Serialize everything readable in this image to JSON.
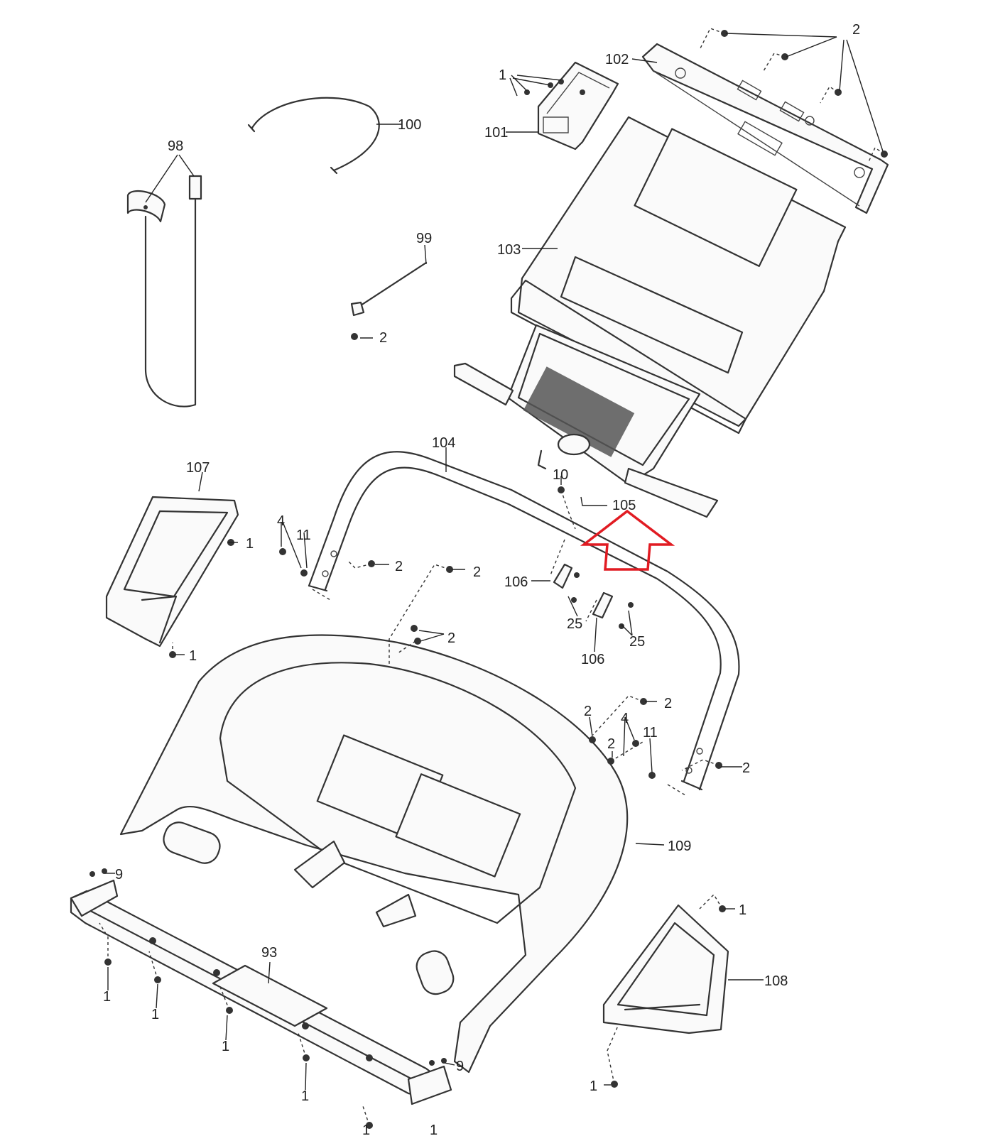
{
  "callouts": [
    {
      "id": "c-2-top",
      "label": "2"
    },
    {
      "id": "c-102",
      "label": "102"
    },
    {
      "id": "c-1-top",
      "label": "1"
    },
    {
      "id": "c-101",
      "label": "101"
    },
    {
      "id": "c-100",
      "label": "100"
    },
    {
      "id": "c-98",
      "label": "98"
    },
    {
      "id": "c-99",
      "label": "99"
    },
    {
      "id": "c-2-99",
      "label": "2"
    },
    {
      "id": "c-103",
      "label": "103"
    },
    {
      "id": "c-104",
      "label": "104"
    },
    {
      "id": "c-107",
      "label": "107"
    },
    {
      "id": "c-10",
      "label": "10"
    },
    {
      "id": "c-105",
      "label": "105"
    },
    {
      "id": "c-4-left",
      "label": "4"
    },
    {
      "id": "c-11-left",
      "label": "11"
    },
    {
      "id": "c-1-107a",
      "label": "1"
    },
    {
      "id": "c-2-left-a",
      "label": "2"
    },
    {
      "id": "c-2-left-b",
      "label": "2"
    },
    {
      "id": "c-106-a",
      "label": "106"
    },
    {
      "id": "c-25-a",
      "label": "25"
    },
    {
      "id": "c-25-b",
      "label": "25"
    },
    {
      "id": "c-106-b",
      "label": "106"
    },
    {
      "id": "c-1-107b",
      "label": "1"
    },
    {
      "id": "c-2-mid",
      "label": "2"
    },
    {
      "id": "c-2-right-a",
      "label": "2"
    },
    {
      "id": "c-2-right-b",
      "label": "2"
    },
    {
      "id": "c-4-right",
      "label": "4"
    },
    {
      "id": "c-2-right-c",
      "label": "2"
    },
    {
      "id": "c-11-right",
      "label": "11"
    },
    {
      "id": "c-2-right-d",
      "label": "2"
    },
    {
      "id": "c-109",
      "label": "109"
    },
    {
      "id": "c-9-left",
      "label": "9"
    },
    {
      "id": "c-1-108a",
      "label": "1"
    },
    {
      "id": "c-93",
      "label": "93"
    },
    {
      "id": "c-108",
      "label": "108"
    },
    {
      "id": "c-1-b1",
      "label": "1"
    },
    {
      "id": "c-1-b2",
      "label": "1"
    },
    {
      "id": "c-1-b3",
      "label": "1"
    },
    {
      "id": "c-9-right",
      "label": "9"
    },
    {
      "id": "c-1-b4",
      "label": "1"
    },
    {
      "id": "c-1-108b",
      "label": "1"
    },
    {
      "id": "c-1-b5",
      "label": "1"
    },
    {
      "id": "c-1-b6",
      "label": "1"
    }
  ],
  "colors": {
    "line": "#333333",
    "highlight_arrow": "#e11b22"
  },
  "icons": {
    "highlight": "up-arrow-outline-icon",
    "fastener": "screw-icon"
  }
}
